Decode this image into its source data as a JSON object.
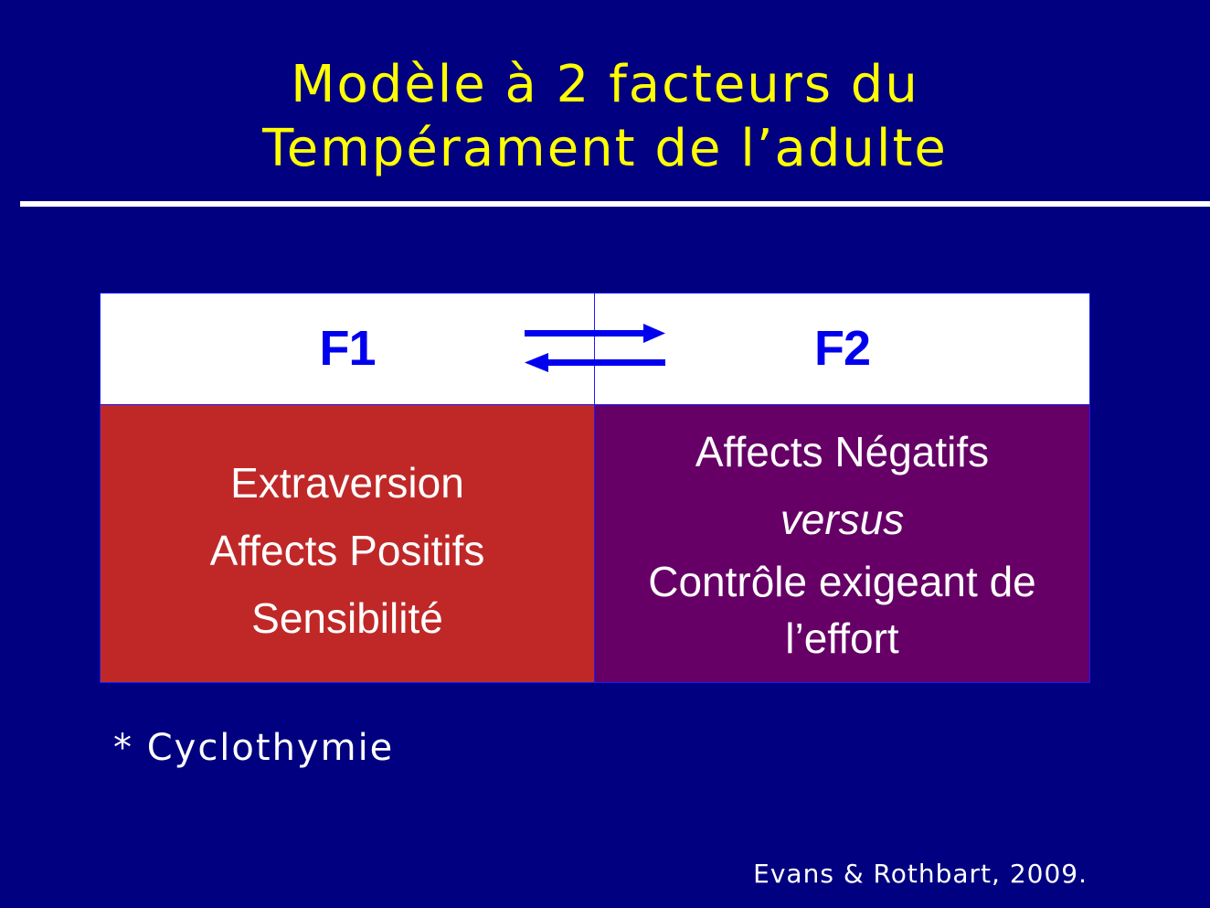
{
  "slide": {
    "title_line1": "Modèle à 2 facteurs du",
    "title_line2": "Tempérament de l’adulte",
    "footnote": "* Cyclothymie",
    "citation": "Evans & Rothbart, 2009."
  },
  "diagram": {
    "asterisk": "*",
    "f1": {
      "label": "F1",
      "lines": [
        "Extraversion",
        "Affects Positifs",
        "Sensibilité"
      ]
    },
    "f2": {
      "label": "F2",
      "lines": [
        "Affects Négatifs",
        "versus",
        "Contrôle exigeant de",
        "l’effort"
      ]
    },
    "arrows": "bidirectional"
  },
  "colors": {
    "background": "#000080",
    "title": "#ffff00",
    "header_text": "#0000ee",
    "f1_fill": "#c02828",
    "f2_fill": "#660066",
    "arrow": "#0000ee"
  }
}
